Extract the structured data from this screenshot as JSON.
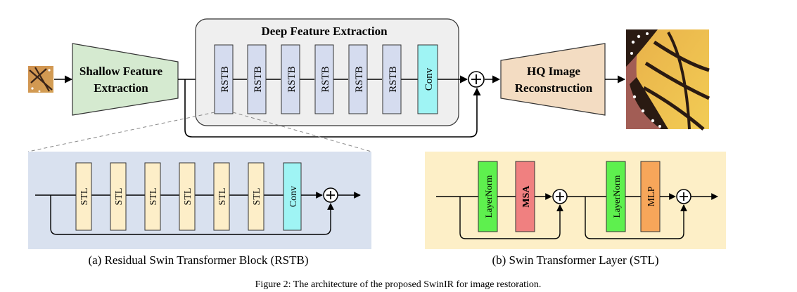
{
  "top": {
    "title": "Deep Feature Extraction",
    "shallow_line1": "Shallow Feature",
    "shallow_line2": "Extraction",
    "rstb_blocks": [
      "RSTB",
      "RSTB",
      "RSTB",
      "RSTB",
      "RSTB",
      "RSTB"
    ],
    "conv_label": "Conv",
    "hq_line1": "HQ Image",
    "hq_line2": "Reconstruction",
    "plus": "+"
  },
  "panel_a": {
    "stl_blocks": [
      "STL",
      "STL",
      "STL",
      "STL",
      "STL",
      "STL"
    ],
    "conv_label": "Conv",
    "plus": "+",
    "caption": "(a) Residual Swin Transformer Block (RSTB)"
  },
  "panel_b": {
    "layernorm1": "LayerNorm",
    "msa": "MSA",
    "layernorm2": "LayerNorm",
    "mlp": "MLP",
    "plus": "+",
    "caption": "(b) Swin Transformer Layer (STL)"
  },
  "figure_caption": "Figure 2: The architecture of the proposed SwinIR for image restoration.",
  "colors": {
    "shallow_fill": "#d5ead0",
    "hq_fill": "#f3dcc2",
    "rstb_fill": "#d5dcef",
    "conv_fill": "#9ff4f4",
    "deep_bg": "#efefef",
    "panel_a_bg": "#d9e1ef",
    "panel_b_bg": "#fdefc7",
    "stl_fill": "#fdeec8",
    "layernorm_fill": "#5ef04e",
    "msa_fill": "#f08080",
    "mlp_fill": "#f7a65a"
  },
  "images": {
    "input": "butterfly-thumbnail",
    "output": "butterfly-closeup"
  }
}
